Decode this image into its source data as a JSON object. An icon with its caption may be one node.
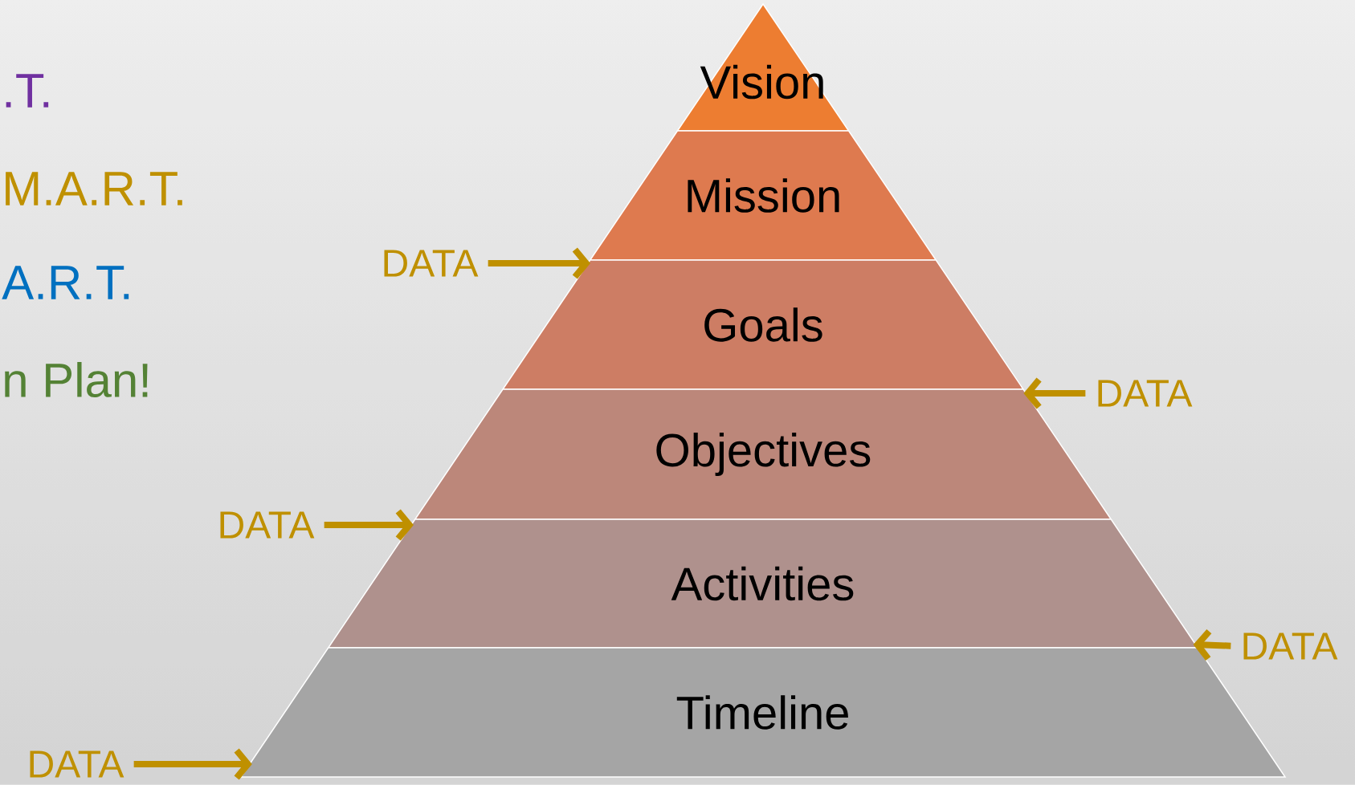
{
  "diagram": {
    "nodes": [
      {
        "text": [
          "Vision"
        ]
      },
      {
        "text": [
          "Mission"
        ]
      },
      {
        "text": [
          "Goals"
        ]
      },
      {
        "text": [
          "Objectives"
        ]
      },
      {
        "text": [
          "Activities"
        ]
      },
      {
        "text": [
          "Timeline"
        ]
      },
      {
        "text": [
          "DATA"
        ]
      },
      {
        "text": [
          "DATA"
        ]
      },
      {
        "text": [
          "DATA"
        ]
      },
      {
        "text": [
          "DATA"
        ]
      },
      {
        "text": [
          "DATA"
        ]
      }
    ],
    "edges": [
      {
        "from": 6,
        "to": 2,
        "arrow": "to"
      },
      {
        "from": 7,
        "to": 3,
        "arrow": "to"
      },
      {
        "from": 8,
        "to": 4,
        "arrow": "to"
      },
      {
        "from": 9,
        "to": 4,
        "arrow": "to"
      },
      {
        "from": 10,
        "to": 5,
        "arrow": "to"
      }
    ],
    "labels": [
      ".T.",
      "M.A.R.T.",
      "A.R.T.",
      "n Plan!"
    ]
  }
}
